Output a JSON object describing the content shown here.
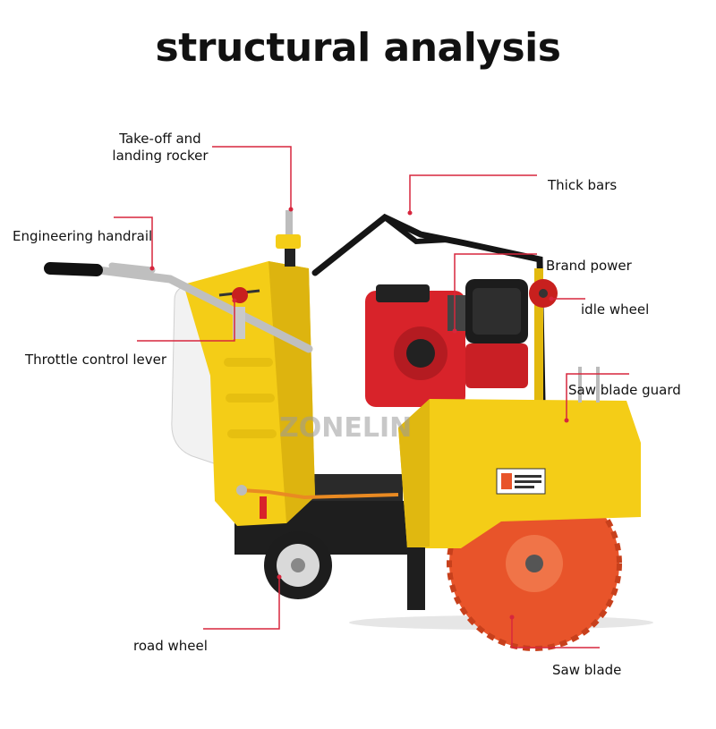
{
  "title": "structural analysis",
  "watermark": "ZONELIN",
  "colors": {
    "leader": "#d7263d",
    "frame_yellow": "#f4cd17",
    "engine_red": "#d8232a",
    "blade_red": "#e8542a",
    "black": "#111111"
  },
  "labels": {
    "takeoff_rocker": "Take-off and landing rocker",
    "takeoff_line1": "Take-off and",
    "takeoff_line2": "landing rocker",
    "handrail": "Engineering handrail",
    "throttle": "Throttle control lever",
    "thick_bars": "Thick bars",
    "brand_power": "Brand power",
    "idle_wheel": "idle wheel",
    "blade_guard": "Saw blade guard",
    "road_wheel": "road wheel",
    "saw_blade": "Saw blade"
  }
}
